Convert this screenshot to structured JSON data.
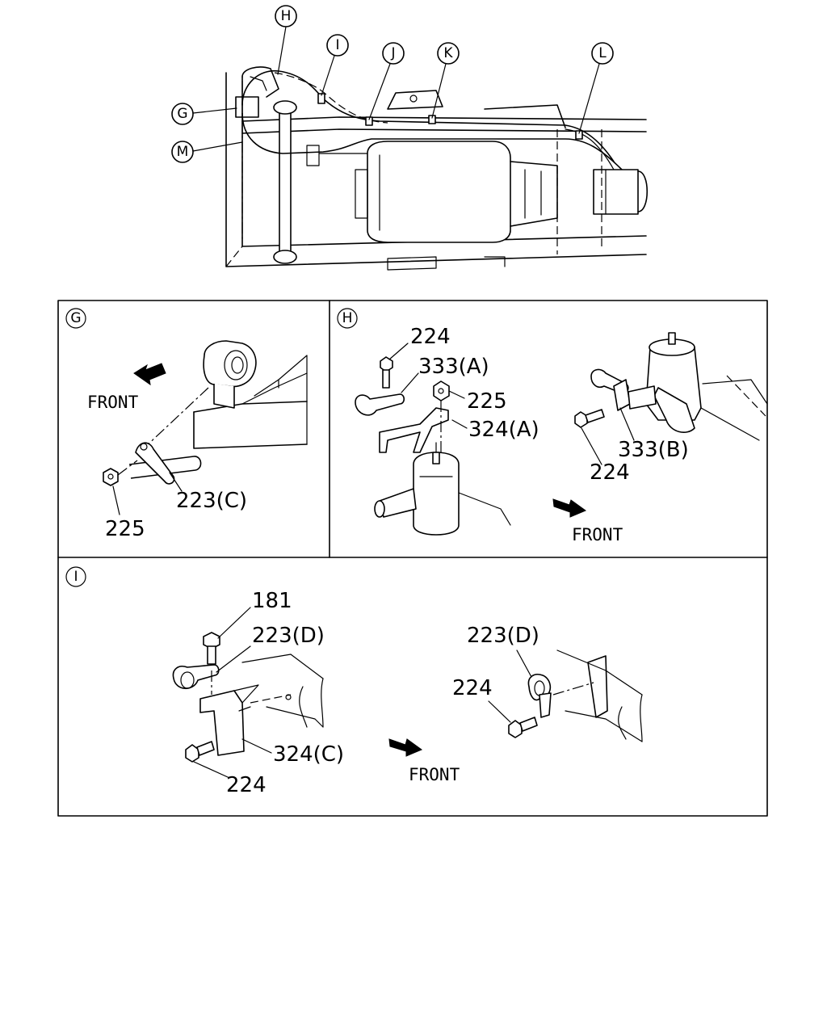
{
  "overview": {
    "callouts": {
      "G": "G",
      "H": "H",
      "I": "I",
      "J": "J",
      "K": "K",
      "L": "L",
      "M": "M"
    }
  },
  "panels": {
    "G": {
      "id": "G",
      "front": "FRONT",
      "labels": {
        "bracket": "223(C)",
        "nut": "225"
      }
    },
    "H": {
      "id": "H",
      "front": "FRONT",
      "labels": {
        "bolt_top": "224",
        "clip_a": "333(A)",
        "nut": "225",
        "bracket_a": "324(A)",
        "clip_b": "333(B)",
        "bolt_right": "224"
      }
    },
    "I": {
      "id": "I",
      "front": "FRONT",
      "labels": {
        "bolt_small": "181",
        "clamp_left": "223(D)",
        "bracket_c": "324(C)",
        "bolt_left": "224",
        "clamp_right": "223(D)",
        "bolt_right": "224"
      }
    }
  }
}
